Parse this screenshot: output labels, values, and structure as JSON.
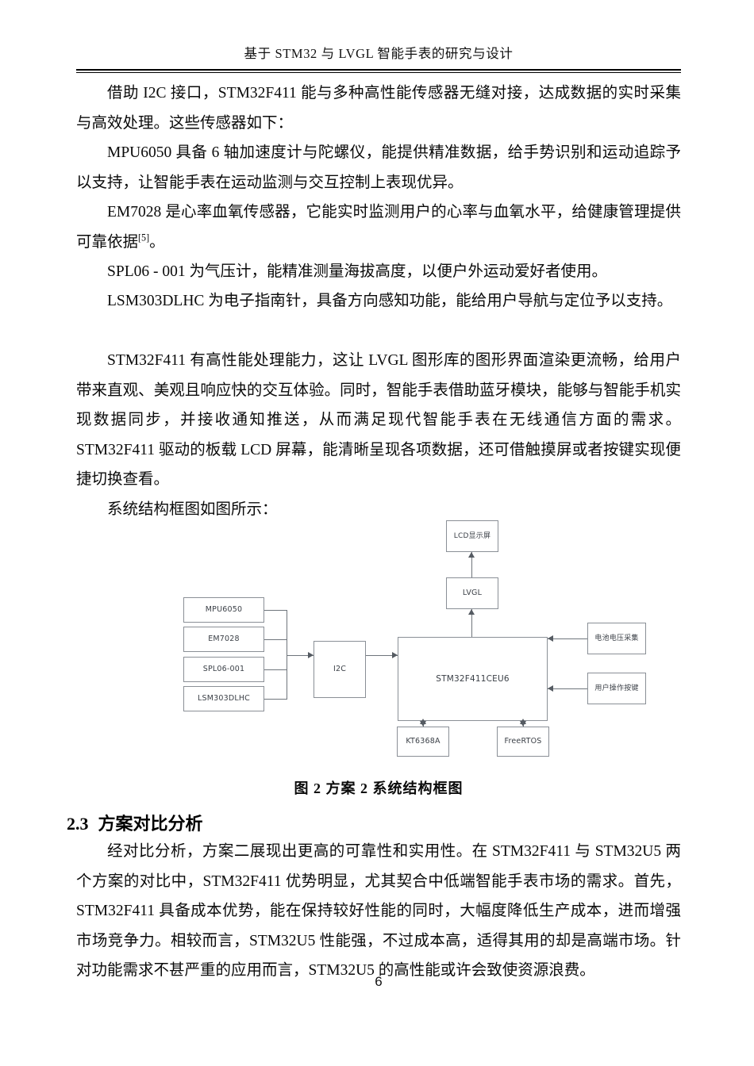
{
  "header": {
    "title": "基于 STM32 与 LVGL 智能手表的研究与设计"
  },
  "body": {
    "paragraphs": [
      "借助 I2C 接口，STM32F411 能与多种高性能传感器无缝对接，达成数据的实时采集与高效处理。这些传感器如下：",
      "MPU6050 具备 6 轴加速度计与陀螺仪，能提供精准数据，给手势识别和运动追踪予以支持，让智能手表在运动监测与交互控制上表现优异。",
      "SPL06 - 001 为气压计，能精准测量海拔高度，以便户外运动爱好者使用。",
      "LSM303DLHC 为电子指南针，具备方向感知功能，能给用户导航与定位予以支持。",
      "STM32F411 有高性能处理能力，这让 LVGL 图形库的图形界面渲染更流畅，给用户带来直观、美观且响应快的交互体验。同时，智能手表借助蓝牙模块，能够与智能手机实现数据同步，并接收通知推送，从而满足现代智能手表在无线通信方面的需求。STM32F411 驱动的板载 LCD 屏幕，能清晰呈现各项数据，还可借触摸屏或者按键实现便捷切换查看。",
      "系统结构框图如图所示："
    ],
    "em7028_prefix": "EM7028 是心率血氧传感器，它能实时监测用户的心率与血氧水平，给健康管理提供可靠依据",
    "em7028_citation": "[5]",
    "em7028_suffix": "。"
  },
  "figure": {
    "caption": "图 2  方案 2  系统结构框图",
    "nodes": {
      "sensor_1": "MPU6050",
      "sensor_2": "EM7028",
      "sensor_3": "SPL06-001",
      "sensor_4": "LSM303DLHC",
      "bus": "I2C",
      "mcu": "STM32F411CEU6",
      "lvgl": "LVGL",
      "lcd": "LCD显示屏",
      "battery": "电池电压采集",
      "keys": "用户操作按键",
      "bluetooth": "KT6368A",
      "rtos": "FreeRTOS"
    }
  },
  "section": {
    "number": "2.3",
    "title": "方案对比分析",
    "paragraph": "经对比分析，方案二展现出更高的可靠性和实用性。在 STM32F411 与 STM32U5 两个方案的对比中，STM32F411 优势明显，尤其契合中低端智能手表市场的需求。首先，STM32F411 具备成本优势，能在保持较好性能的同时，大幅度降低生产成本，进而增强市场竞争力。相较而言，STM32U5 性能强，不过成本高，适得其用的却是高端市场。针对功能需求不甚严重的应用而言，STM32U5 的高性能或许会致使资源浪费。"
  },
  "page_number": "6"
}
